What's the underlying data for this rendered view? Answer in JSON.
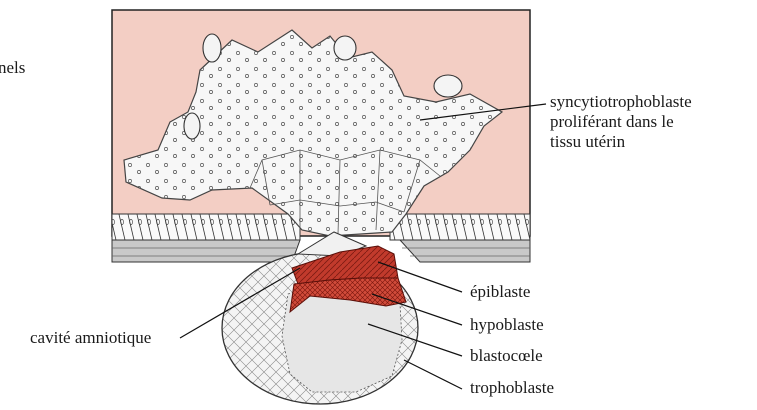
{
  "partial_label": "nels",
  "labels": {
    "syncytio": [
      "syncytiotrophoblaste",
      "proliférant dans le",
      "tissu utérin"
    ],
    "epiblaste": "épiblaste",
    "hypoblaste": "hypoblaste",
    "blastocoele": "blastocœle",
    "trophoblaste": "trophoblaste",
    "cavite": "cavité amniotique"
  },
  "colors": {
    "uterine_tissue": "#f3cec4",
    "syncytium": "#f7f7f7",
    "epiblast": "#c13a2c",
    "hypoblast_hatch": "#b3261c",
    "outline": "#333333"
  }
}
